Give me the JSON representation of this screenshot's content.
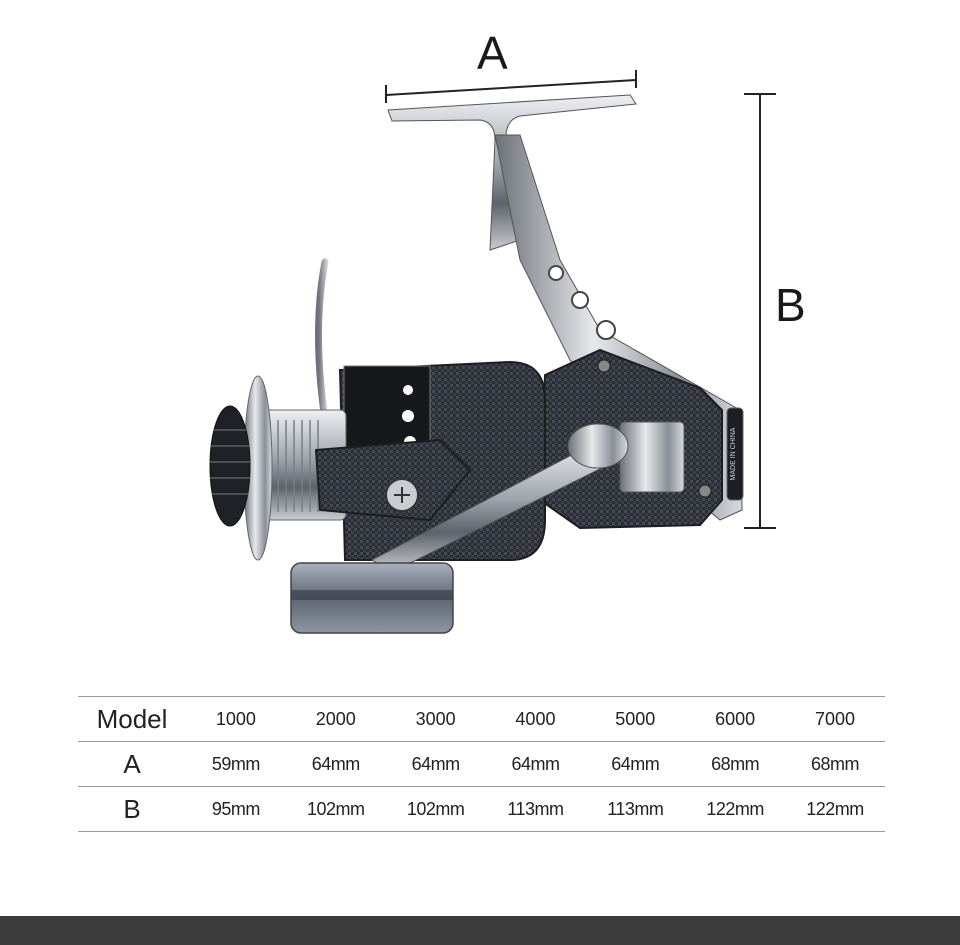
{
  "dimensions": {
    "a_label": "A",
    "b_label": "B"
  },
  "product": {
    "reel_imprint": "MADE IN CHINA"
  },
  "spec_table": {
    "rows": [
      {
        "header": "Model",
        "cells": [
          "1000",
          "2000",
          "3000",
          "4000",
          "5000",
          "6000",
          "7000"
        ]
      },
      {
        "header": "A",
        "cells": [
          "59mm",
          "64mm",
          "64mm",
          "64mm",
          "64mm",
          "68mm",
          "68mm"
        ]
      },
      {
        "header": "B",
        "cells": [
          "95mm",
          "102mm",
          "102mm",
          "113mm",
          "113mm",
          "122mm",
          "122mm"
        ]
      }
    ]
  },
  "colors": {
    "rule": "#9a9a9a",
    "footer": "#3b3b3b",
    "reel_body": "#2e3138",
    "reel_metal": "#b8bcc4"
  }
}
